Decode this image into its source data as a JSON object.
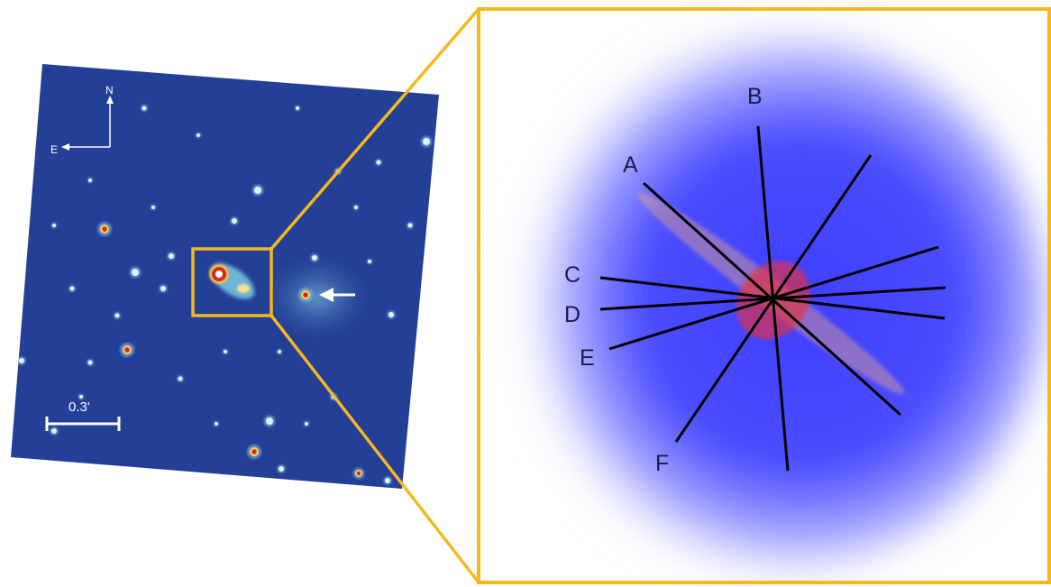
{
  "compass": {
    "north": "N",
    "east": "E"
  },
  "scale_bar": {
    "label": "0.3'"
  },
  "slits": [
    {
      "label": "A"
    },
    {
      "label": "B"
    },
    {
      "label": "C"
    },
    {
      "label": "D"
    },
    {
      "label": "E"
    },
    {
      "label": "F"
    }
  ],
  "colors": {
    "frame": "#f5b820",
    "sky": "#233f96",
    "halo": "#4a4cff",
    "slit_line": "#000000",
    "label_text": "#1b1b4a",
    "core": "#e8303a"
  }
}
